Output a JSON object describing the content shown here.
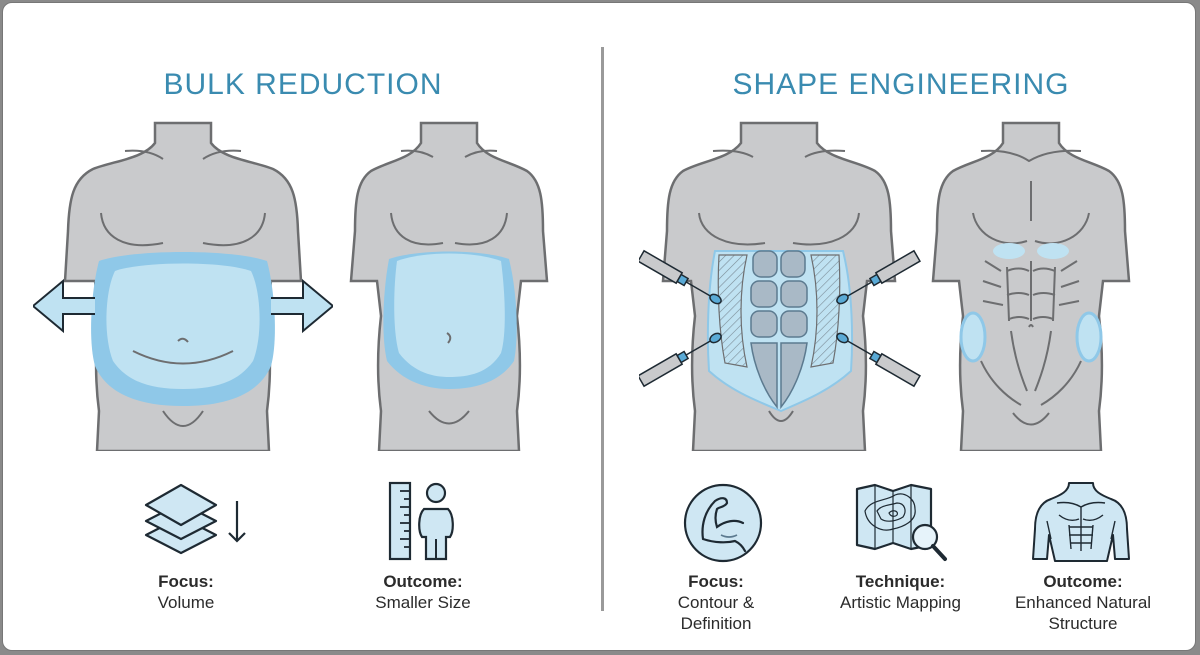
{
  "sections": {
    "left": {
      "title": "BULK REDUCTION",
      "figures": [
        {
          "name": "before",
          "description": "Torso with large fat volume and outward arrows"
        },
        {
          "name": "after",
          "description": "Torso with reduced, smaller fat volume"
        }
      ],
      "captions": [
        {
          "icon": "layers-down-icon",
          "label": "Focus:",
          "lines": [
            "Volume"
          ]
        },
        {
          "icon": "ruler-person-icon",
          "label": "Outcome:",
          "lines": [
            "Smaller Size"
          ]
        }
      ]
    },
    "right": {
      "title": "SHAPE ENGINEERING",
      "figures": [
        {
          "name": "procedure",
          "description": "Torso with ab mapping and four cannulas"
        },
        {
          "name": "result",
          "description": "Defined athletic torso"
        }
      ],
      "captions": [
        {
          "icon": "flexed-arm-icon",
          "label": "Focus:",
          "lines": [
            "Contour &",
            "Definition"
          ]
        },
        {
          "icon": "map-magnifier-icon",
          "label": "Technique:",
          "lines": [
            "Artistic Mapping"
          ]
        },
        {
          "icon": "muscular-torso-icon",
          "label": "Outcome:",
          "lines": [
            "Enhanced Natural",
            "Structure"
          ]
        }
      ]
    }
  },
  "colors": {
    "title": "#3a8bb0",
    "body_fill": "#c9cacc",
    "body_stroke": "#6d6e70",
    "fat_light": "#bfe2f2",
    "fat_dark": "#8fc8e8",
    "icon_fill": "#cfe7f3",
    "icon_stroke": "#1e2a33",
    "divider": "#9a9a9a"
  }
}
